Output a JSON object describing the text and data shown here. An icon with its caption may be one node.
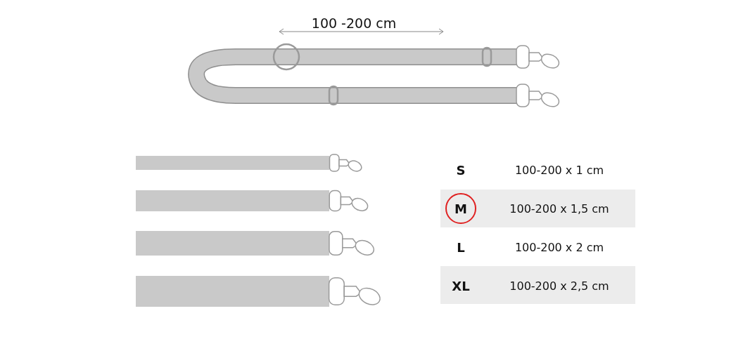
{
  "diagram": {
    "nodes": [
      {
        "text": [
          "M"
        ]
      }
    ],
    "labels": [
      "100 -200 cm",
      "S",
      "100-200 x 1 cm",
      "100-200 x 1,5 cm",
      "L",
      "100-200 x 2 cm",
      "XL",
      "100-200 x 2,5 cm"
    ]
  }
}
